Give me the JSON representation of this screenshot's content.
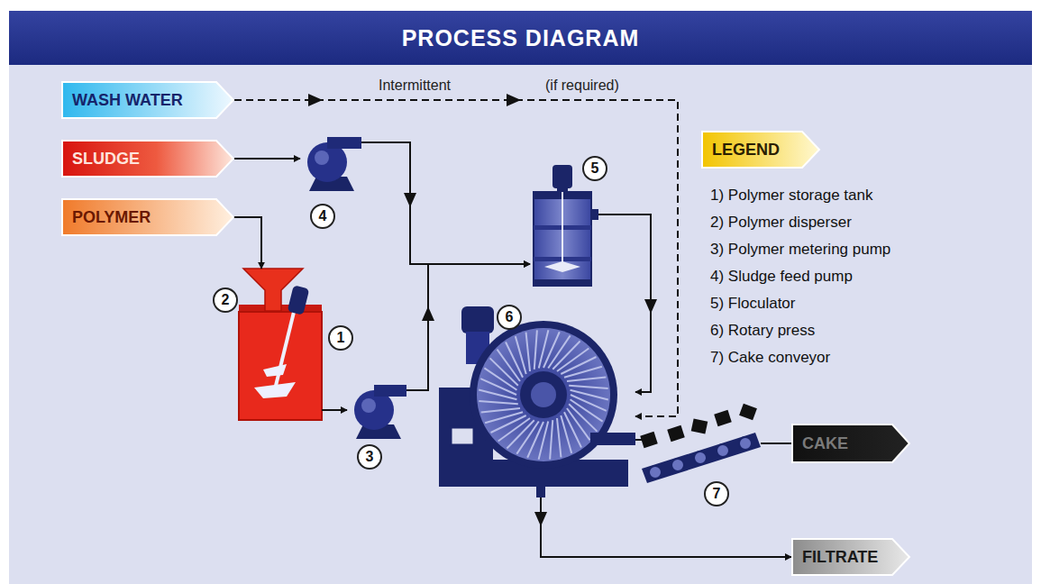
{
  "diagram": {
    "title": "PROCESS DIAGRAM",
    "nodes": [
      {
        "text": [
          "WASH WATER"
        ]
      },
      {
        "text": [
          "SLUDGE"
        ]
      },
      {
        "text": [
          "4"
        ]
      },
      {
        "text": [
          "5"
        ]
      },
      {
        "text": [
          "LEGEND"
        ]
      },
      {
        "text": [
          "POLYMER"
        ]
      },
      {
        "text": [
          "2"
        ]
      },
      {
        "text": [
          "1"
        ]
      },
      {
        "text": [
          "6"
        ]
      },
      {
        "text": [
          "3"
        ]
      },
      {
        "text": [
          "7"
        ]
      },
      {
        "text": [
          "CAKE"
        ]
      },
      {
        "text": [
          "FILTRATE"
        ]
      }
    ],
    "edges": [
      {
        "from": 1,
        "to": 2,
        "arrow": "to"
      },
      {
        "from": 2,
        "to": 3,
        "arrow": "to"
      },
      {
        "from": 5,
        "to": 6,
        "arrow": "to"
      },
      {
        "from": 7,
        "to": 9,
        "arrow": "to"
      },
      {
        "from": 9,
        "to": 3,
        "arrow": "to"
      },
      {
        "from": 3,
        "to": 8,
        "arrow": "to"
      },
      {
        "from": 0,
        "to": 8,
        "arrow": "to"
      },
      {
        "from": 8,
        "to": 10,
        "arrow": "none"
      },
      {
        "from": 10,
        "to": 11,
        "arrow": "none"
      },
      {
        "from": 8,
        "to": 12,
        "arrow": "to"
      }
    ],
    "labels": [
      "Intermittent",
      "(if required)"
    ],
    "legend": [
      {
        "text": "1) Polymer storage tank"
      },
      {
        "text": "2) Polymer disperser"
      },
      {
        "text": "3) Polymer metering pump"
      },
      {
        "text": "4) Sludge feed pump"
      },
      {
        "text": "5) Floculator"
      },
      {
        "text": "6) Rotary press"
      },
      {
        "text": "7) Cake conveyor"
      }
    ]
  }
}
